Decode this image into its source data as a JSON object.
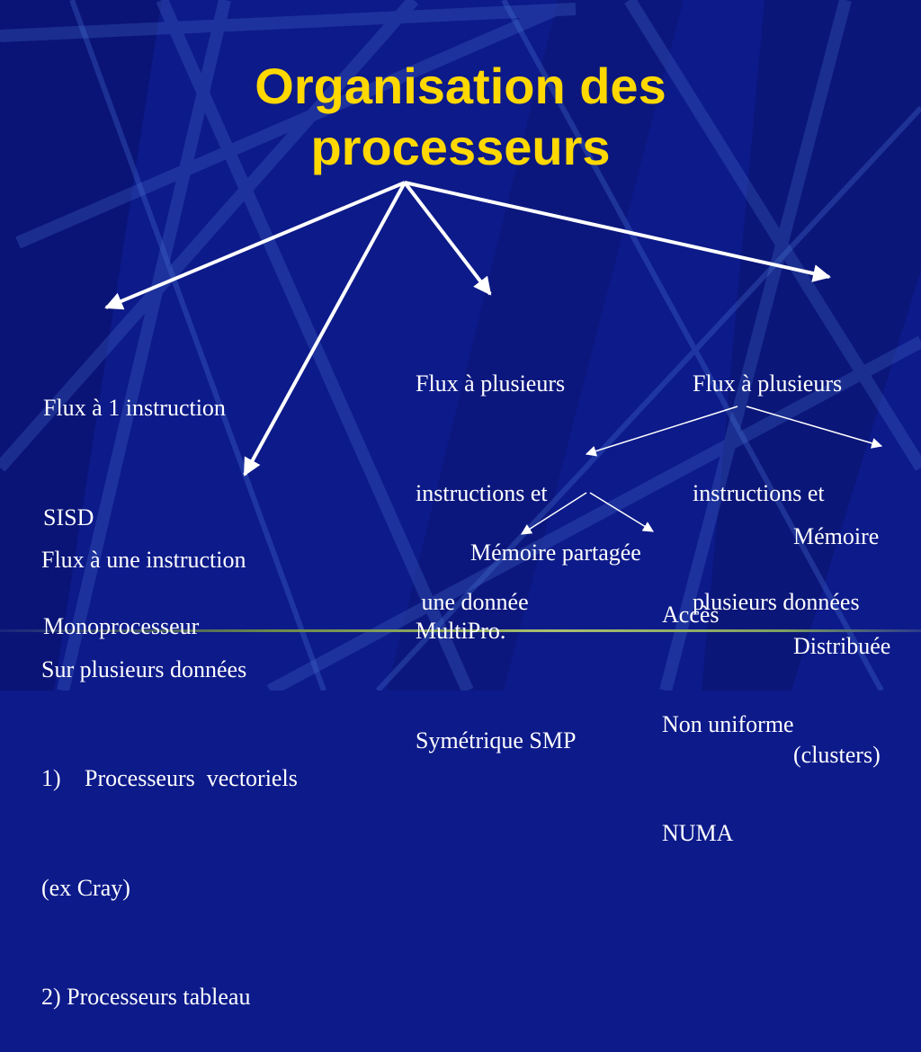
{
  "title": {
    "line1": "Organisation des",
    "line2": "processeurs"
  },
  "nodes": {
    "sisd": {
      "line1": "Flux à 1 instruction",
      "line2": "SISD",
      "line3": "Monoprocesseur"
    },
    "simd": {
      "line1": "Flux à une instruction",
      "line2": "Sur plusieurs données",
      "item1_num": "1)",
      "item1_text": "Processeurs  vectoriels",
      "line4": "(ex Cray)",
      "line5": "2) Processeurs tableau"
    },
    "misd": {
      "line1": "Flux à plusieurs",
      "line2": "instructions et",
      "line3": " une donnée"
    },
    "mimd": {
      "line1": "Flux à plusieurs",
      "line2": "instructions et",
      "line3": "plusieurs données"
    },
    "shared_memory": {
      "label": "Mémoire partagée"
    },
    "distributed_memory": {
      "line1": "Mémoire",
      "line2": "Distribuée",
      "line3": "(clusters)"
    },
    "smp": {
      "line1": "MultiPro.",
      "line2": "Symétrique SMP"
    },
    "numa": {
      "line1": "Accès",
      "line2": "Non uniforme",
      "line3": "NUMA"
    }
  },
  "colors": {
    "background": "#0d1a8a",
    "title": "#ffd800",
    "text": "#ffffff",
    "arrows": "#ffffff"
  }
}
